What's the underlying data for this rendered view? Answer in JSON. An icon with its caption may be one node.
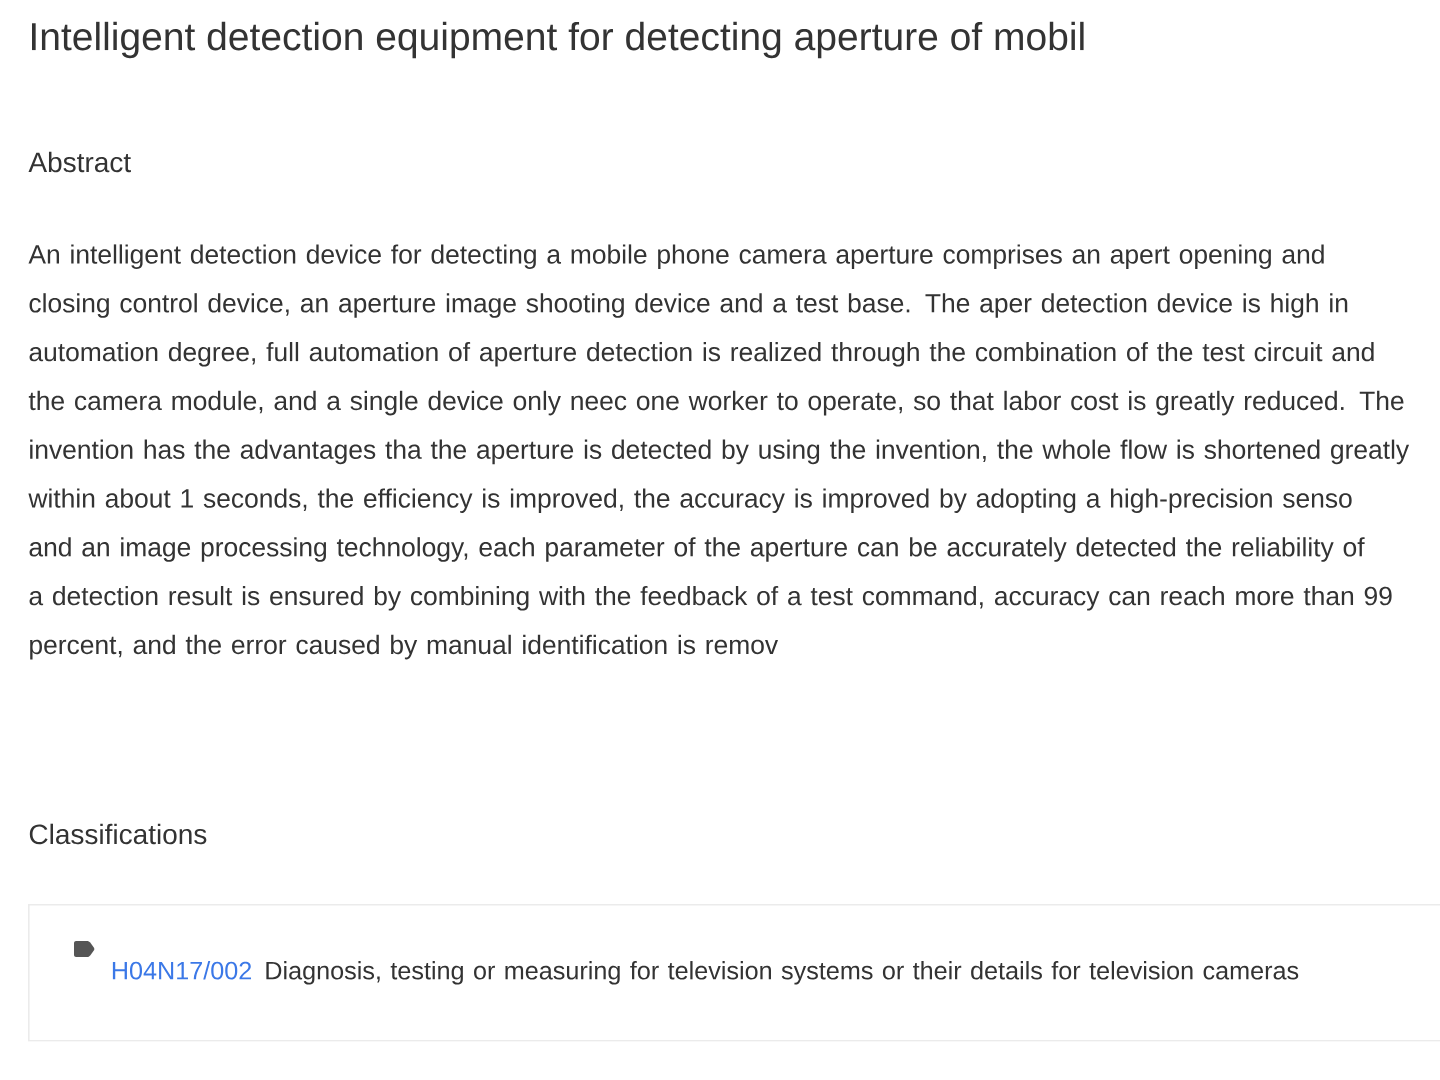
{
  "diagram": {
    "title": "Intelligent detection equipment for detecting aperture of mobil",
    "nodes": [
      {
        "text": [
          "H04N17/002",
          "Diagnosis, testing or measuring for television systems or their details for television cameras"
        ]
      }
    ],
    "labels": [
      "Abstract",
      "An intelligent detection device for detecting a mobile phone camera aperture comprises an apert opening and closing control device, an aperture image shooting device and a test base. The aper detection device is high in automation degree, full automation of aperture detection is realized through the combination of the test circuit and the camera module, and a single device only neec one worker to operate, so that labor cost is greatly reduced. The invention has the advantages tha the aperture is detected by using the invention, the whole flow is shortened greatly within about 1 seconds, the efficiency is improved, the accuracy is improved by adopting a high-precision senso and an image processing technology, each parameter of the aperture can be accurately detected the reliability of a detection result is ensured by combining with the feedback of a test command, accuracy can reach more than 99 percent, and the error caused by manual identification is remov",
      "Classifications"
    ]
  }
}
